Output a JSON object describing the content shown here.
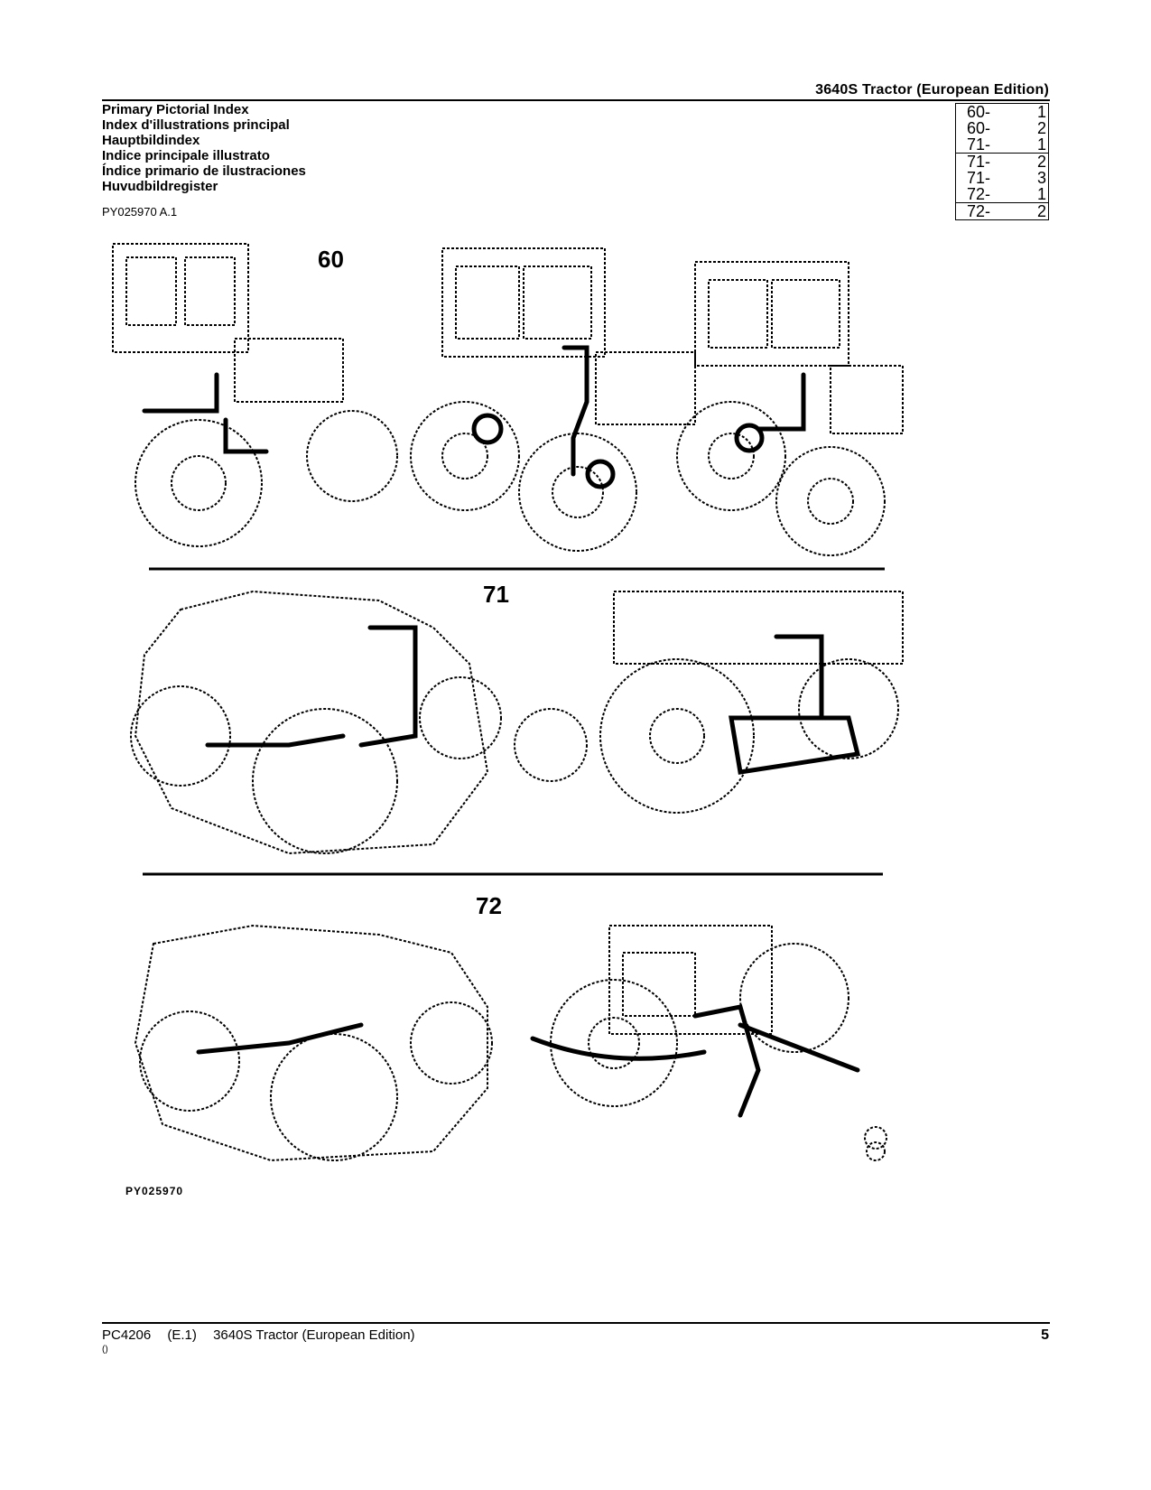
{
  "header": {
    "title": "3640S  Tractor (European Edition)"
  },
  "titles": [
    "Primary Pictorial Index",
    "Index d'illustrations principal",
    "Hauptbildindex",
    "Indice principale illustrato",
    "Índice primario de ilustraciones",
    "Huvudbildregister"
  ],
  "reference_code": "PY025970 A.1",
  "index_table": [
    {
      "section": "60-",
      "page": "1"
    },
    {
      "section": "60-",
      "page": "2"
    },
    {
      "section": "71-",
      "page": "1"
    },
    {
      "section": "71-",
      "page": "2"
    },
    {
      "section": "71-",
      "page": "3"
    },
    {
      "section": "72-",
      "page": "1"
    },
    {
      "section": "72-",
      "page": "2"
    }
  ],
  "figure_labels": {
    "fig60": "60",
    "fig71": "71",
    "fig72": "72"
  },
  "illustration_code": "PY025970",
  "footer": {
    "doc_id": "PC4206",
    "edition": "(E.1)",
    "title": "3640S Tractor (European Edition)",
    "page": "5",
    "note": "()"
  },
  "colors": {
    "ink": "#000000",
    "paper": "#ffffff"
  }
}
